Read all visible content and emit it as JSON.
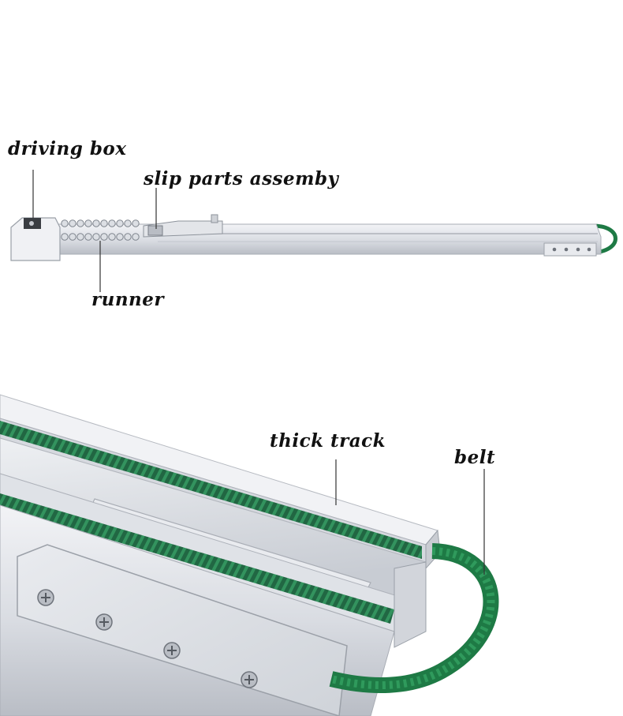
{
  "labels": {
    "driving_box": "driving box",
    "slip_parts": "slip parts assemby",
    "runner": "runner",
    "thick_track": "thick track",
    "belt": "belt"
  },
  "colors": {
    "background": "#ffffff",
    "aluminum": "#e4e6ea",
    "belt_green": "#1e7a45",
    "label_text": "#111111"
  }
}
